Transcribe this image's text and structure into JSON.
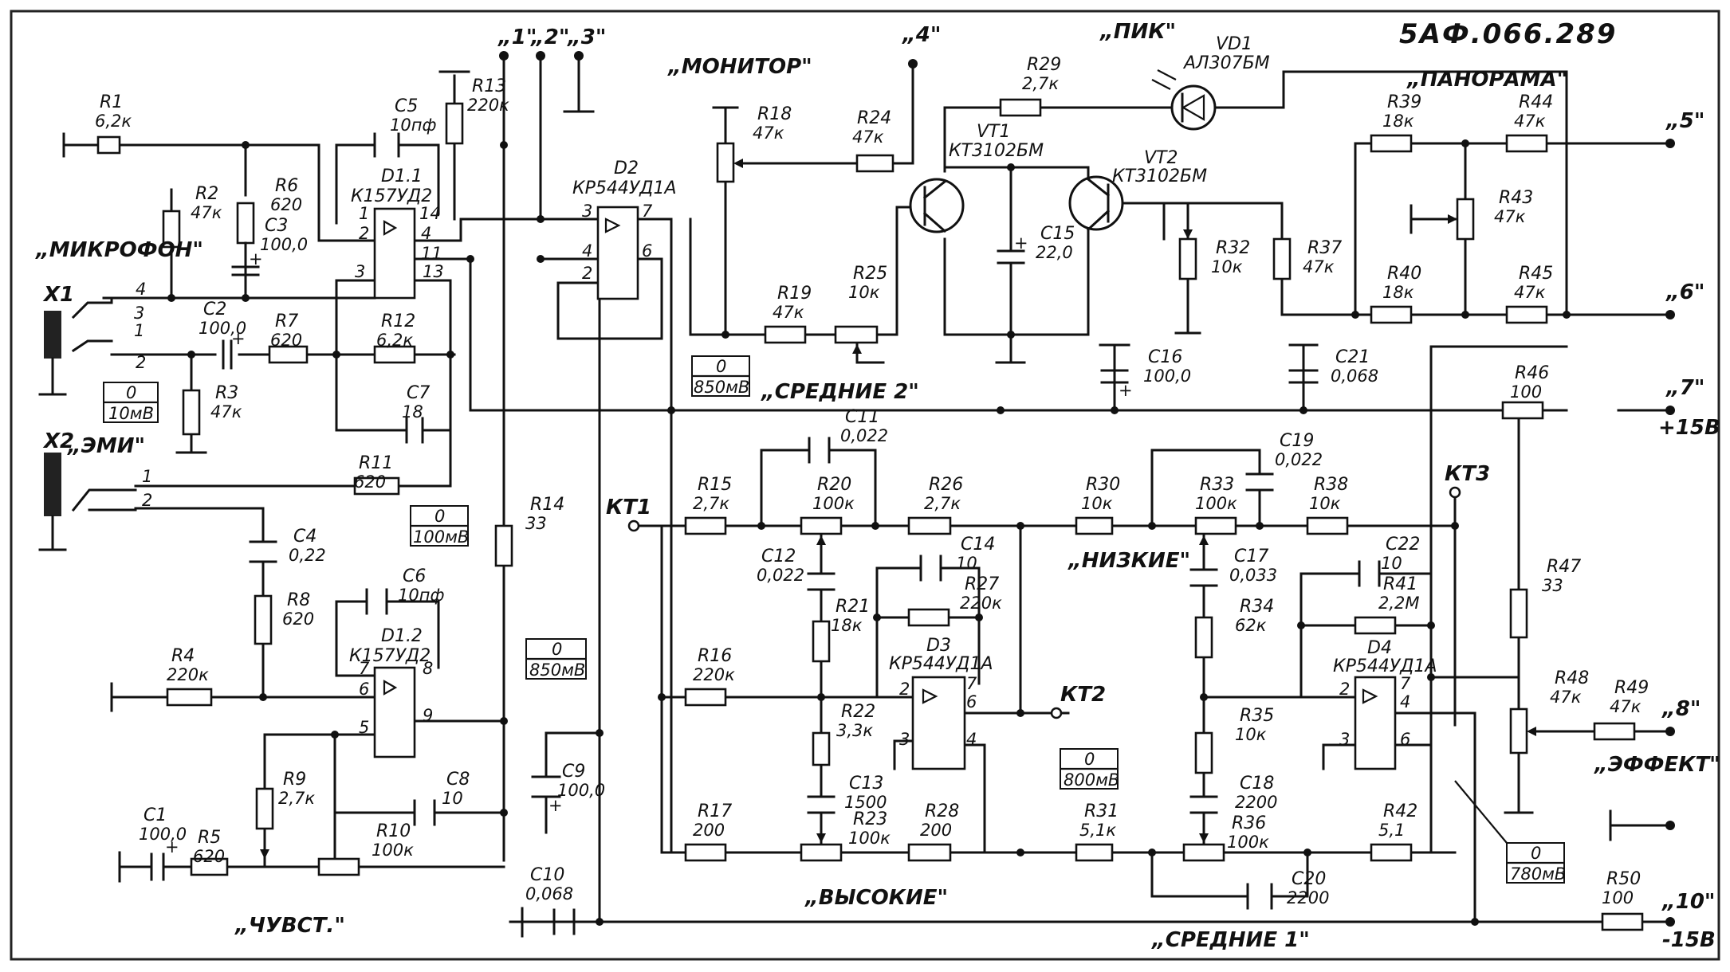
{
  "doc_number": "5АФ.066.289",
  "sections": {
    "microphone": "„МИКРОФОН\"",
    "emi": "„ЭМИ\"",
    "monitor": "„МОНИТОР\"",
    "pik": "„ПИК\"",
    "panorama": "„ПАНОРАМА\"",
    "chuvst": "„ЧУВСТ.\"",
    "vysokie": "„ВЫСОКИЕ\"",
    "nizkie": "„НИЗКИЕ\"",
    "srednie1": "„СРЕДНИЕ 1\"",
    "srednie2": "„СРЕДНИЕ 2\"",
    "effekt": "„ЭФФЕКТ\""
  },
  "terminals": {
    "t1": "„1\"",
    "t2": "„2\"",
    "t3": "„3\"",
    "t4": "„4\"",
    "t5": "„5\"",
    "t6": "„6\"",
    "t7": "„7\"",
    "t8": "„8\"",
    "t10": "„10\"",
    "plus15": "+15В",
    "minus15": "-15В"
  },
  "connectors": {
    "x1": "X1",
    "x2": "X2"
  },
  "testpoints": {
    "kt1": "КТ1",
    "kt2": "КТ2",
    "kt3": "КТ3"
  },
  "levels": {
    "mic": {
      "v": "0",
      "u": "10мВ"
    },
    "emi": {
      "v": "0",
      "u": "100мВ"
    },
    "d12": {
      "v": "0",
      "u": "850мВ"
    },
    "d2": {
      "v": "0",
      "u": "850мВ"
    },
    "kt2": {
      "v": "0",
      "u": "800мВ"
    },
    "d4": {
      "v": "0",
      "u": "780мВ"
    }
  },
  "ics": {
    "d11": {
      "name": "D1.1",
      "type": "К157УД2"
    },
    "d12": {
      "name": "D1.2",
      "type": "К157УД2"
    },
    "d2": {
      "name": "D2",
      "type": "КР544УД1А"
    },
    "d3": {
      "name": "D3",
      "type": "КР544УД1А"
    },
    "d4": {
      "name": "D4",
      "type": "КР544УД1А"
    }
  },
  "transistors": {
    "vt1": {
      "name": "VT1",
      "type": "КТ3102БМ"
    },
    "vt2": {
      "name": "VT2",
      "type": "КТ3102БМ"
    },
    "vd1": {
      "name": "VD1",
      "type": "АЛ307БМ"
    }
  },
  "resistors": {
    "R1": "6,2к",
    "R2": "47к",
    "R3": "47к",
    "R4": "220к",
    "R5": "620",
    "R6": "620",
    "R7": "620",
    "R8": "620",
    "R9": "2,7к",
    "R10": "100к",
    "R11": "620",
    "R12": "6,2к",
    "R13": "220к",
    "R14": "33",
    "R15": "2,7к",
    "R16": "220к",
    "R17": "200",
    "R18": "47к",
    "R19": "47к",
    "R20": "100к",
    "R21": "18к",
    "R22": "3,3к",
    "R23": "100к",
    "R24": "47к",
    "R25": "10к",
    "R26": "2,7к",
    "R27": "220к",
    "R28": "200",
    "R29": "2,7к",
    "R30": "10к",
    "R31": "5,1к",
    "R32": "10к",
    "R33": "100к",
    "R34": "62к",
    "R35": "10к",
    "R36": "100к",
    "R37": "47к",
    "R38": "10к",
    "R39": "18к",
    "R40": "18к",
    "R41": "2,2М",
    "R42": "5,1",
    "R43": "47к",
    "R44": "47к",
    "R45": "47к",
    "R46": "100",
    "R47": "33",
    "R48": "47к",
    "R49": "47к",
    "R50": "100"
  },
  "capacitors": {
    "C1": "100,0",
    "C2": "100,0",
    "C3": "100,0",
    "C4": "0,22",
    "C5": "10пф",
    "C6": "10пф",
    "C7": "18",
    "C8": "10",
    "C9": "100,0",
    "C10": "0,068",
    "C11": "0,022",
    "C12": "0,022",
    "C13": "1500",
    "C14": "10",
    "C15": "22,0",
    "C16": "100,0",
    "C17": "0,033",
    "C18": "2200",
    "C19": "0,022",
    "C20": "2200",
    "C21": "0,068",
    "C22": "10"
  },
  "pins": {
    "p1": "1",
    "p2": "2",
    "p3": "3",
    "p4": "4",
    "p5": "5",
    "p6": "6",
    "p7": "7",
    "p8": "8",
    "p9": "9",
    "p11": "11",
    "p13": "13",
    "p14": "14"
  },
  "polarity": {
    "plus": "+"
  }
}
